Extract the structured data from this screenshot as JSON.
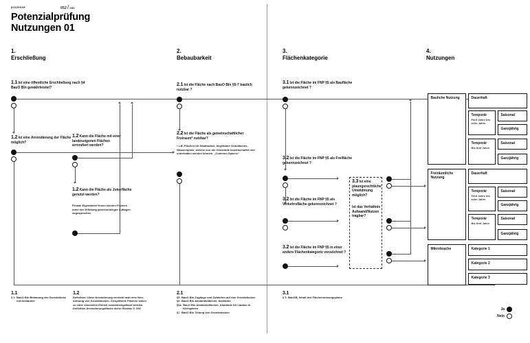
{
  "header": {
    "kicker": "prozesse",
    "folio_left": "052",
    "folio_sep": "/",
    "folio_right": "053",
    "title_line1": "Potenzialprüfung",
    "title_line2": "Nutzungen 01"
  },
  "columns": [
    {
      "num": "1.",
      "name": "Erschließung"
    },
    {
      "num": "2.",
      "name": "Bebaubarkeit"
    },
    {
      "num": "3.",
      "name": "Flächenkategorie"
    },
    {
      "num": "4.",
      "name": "Nutzungen"
    }
  ],
  "questions": {
    "q11": {
      "num": "1.1",
      "text": "Ist eine öffentliche Erschließung nach §4 BauO Bln gewährleistet?"
    },
    "q12a": {
      "num": "1.2",
      "text": "Ist eine Arrondierung der Fläche möglich?"
    },
    "q12b": {
      "num": "1.2",
      "text": "Kann die Fläche mit einer landeseigenen Flächen arrondiert werden?"
    },
    "q12c": {
      "num": "1.2",
      "text": "Kann die Fläche als Jokerfläche genutzt werden?"
    },
    "q12c_note": "Private Eigentümer*innen werden Flächen unter der Erfüllung gemeinnütziger Auflagen zugesprochen",
    "q21": {
      "num": "2.1",
      "text": "Ist die Fläche nach BauO Bln §5-7 baulich nutzbar ?"
    },
    "q22": {
      "num": "2.2",
      "text": "Ist die Fläche als gemeinschaftlicher Freiraum* nutzbar?"
    },
    "q22_note": "* z.B. Flächen für Stadtmöbel, begehbare Grünflächen, Wasserspiele, welche von der Gemeinde bewirtschaftet und unterhalten werden können. „Common Spaces“",
    "q31": {
      "num": "3.1",
      "text": "Ist die Fläche im FNP §5 als Baufläche gekennzeichnet ?"
    },
    "q32a": {
      "num": "3.2",
      "text": "Ist die Fläche im FNP §5 als Freifläche gekennzeichnet ?"
    },
    "q32b": {
      "num": "3.2",
      "text": "Ist die Fläche im FNP §5 als Verkehrsfläche gekennzeichnet ?"
    },
    "q32c": {
      "num": "3.2",
      "text": "Ist die Fläche im FNP §5 in einer andere Flächenkategorie verzeichnet ?"
    },
    "q33": {
      "num": "3.3",
      "text": "Ist eine plaungsrechtliche Umwidmung möglich?"
    },
    "q33_second": "Ist das Verhältnis Aufwand/Nutzen tragbar?"
  },
  "usage": {
    "groups": [
      {
        "label": "Bauliche Nutzung",
        "rows": [
          {
            "main": "Dauerhaft",
            "sub": "",
            "options": []
          },
          {
            "main": "Temporär",
            "sub": "Fünf Jahre bis zehn Jahre",
            "options": [
              "Saisonal",
              "Ganzjährig"
            ]
          },
          {
            "main": "Temporär",
            "sub": "Bis fünf Jahre",
            "options": [
              "Saisonal",
              "Ganzjährig"
            ]
          }
        ]
      },
      {
        "label": "Freiräumliche Nutzung",
        "rows": [
          {
            "main": "Dauerhaft",
            "sub": "",
            "options": []
          },
          {
            "main": "Temporär",
            "sub": "Fünf Jahre bis zehn Jahre",
            "options": [
              "Saisonal",
              "Ganzjährig"
            ]
          },
          {
            "main": "Temporär",
            "sub": "Bis fünf Jahre",
            "options": [
              "Saisonal",
              "Ganzjährig"
            ]
          }
        ]
      },
      {
        "label": "Mikrobrache",
        "rows": [
          {
            "main": "Kategorie 1",
            "sub": "",
            "options": []
          },
          {
            "main": "Kategorie 2",
            "sub": "",
            "options": []
          },
          {
            "main": "Kategorie 3",
            "sub": "",
            "options": []
          }
        ]
      }
    ]
  },
  "footnotes": {
    "f11": {
      "num": "1.1",
      "items": [
        {
          "key": "§ 4",
          "text": "BauO Bln Bebauung der Grundstücke mit Gebäuden"
        }
      ]
    },
    "f12": {
      "num": "1.2",
      "paragraphs": [
        "Definition: Unter Arrondierung versteht man eine Neu-",
        "ordnung von Grundstücken. Zersplitterte Flächen sollen",
        "zu einer sinnvollen Einheit zusammengefasst werden.",
        "Definition Arrondierungsfläche siehe Glossar S. 092"
      ]
    },
    "f21": {
      "num": "2.1",
      "items": [
        {
          "key": "§5",
          "text": "BauO Bln Zugänge und Zufahrten auf den Grundstücken"
        },
        {
          "key": "§6",
          "text": "BauO Bln Abstandsflächen, Abstände"
        },
        {
          "key": "§6a",
          "text": "BauO Bln Abstandsflächen, Abstände für Lauben in Kleingärten"
        },
        {
          "key": "§7",
          "text": "BauO Bln Teilung von Grundstücken"
        }
      ]
    },
    "f31": {
      "num": "3.1",
      "items": [
        {
          "key": "§ 5",
          "text": "BauGB, Inhalt des Flächennutzungsplans"
        }
      ]
    }
  },
  "legend": {
    "yes": "Ja",
    "no": "Nein"
  },
  "colors": {
    "ink": "#111111",
    "line": "#555555",
    "paper": "#ffffff"
  }
}
